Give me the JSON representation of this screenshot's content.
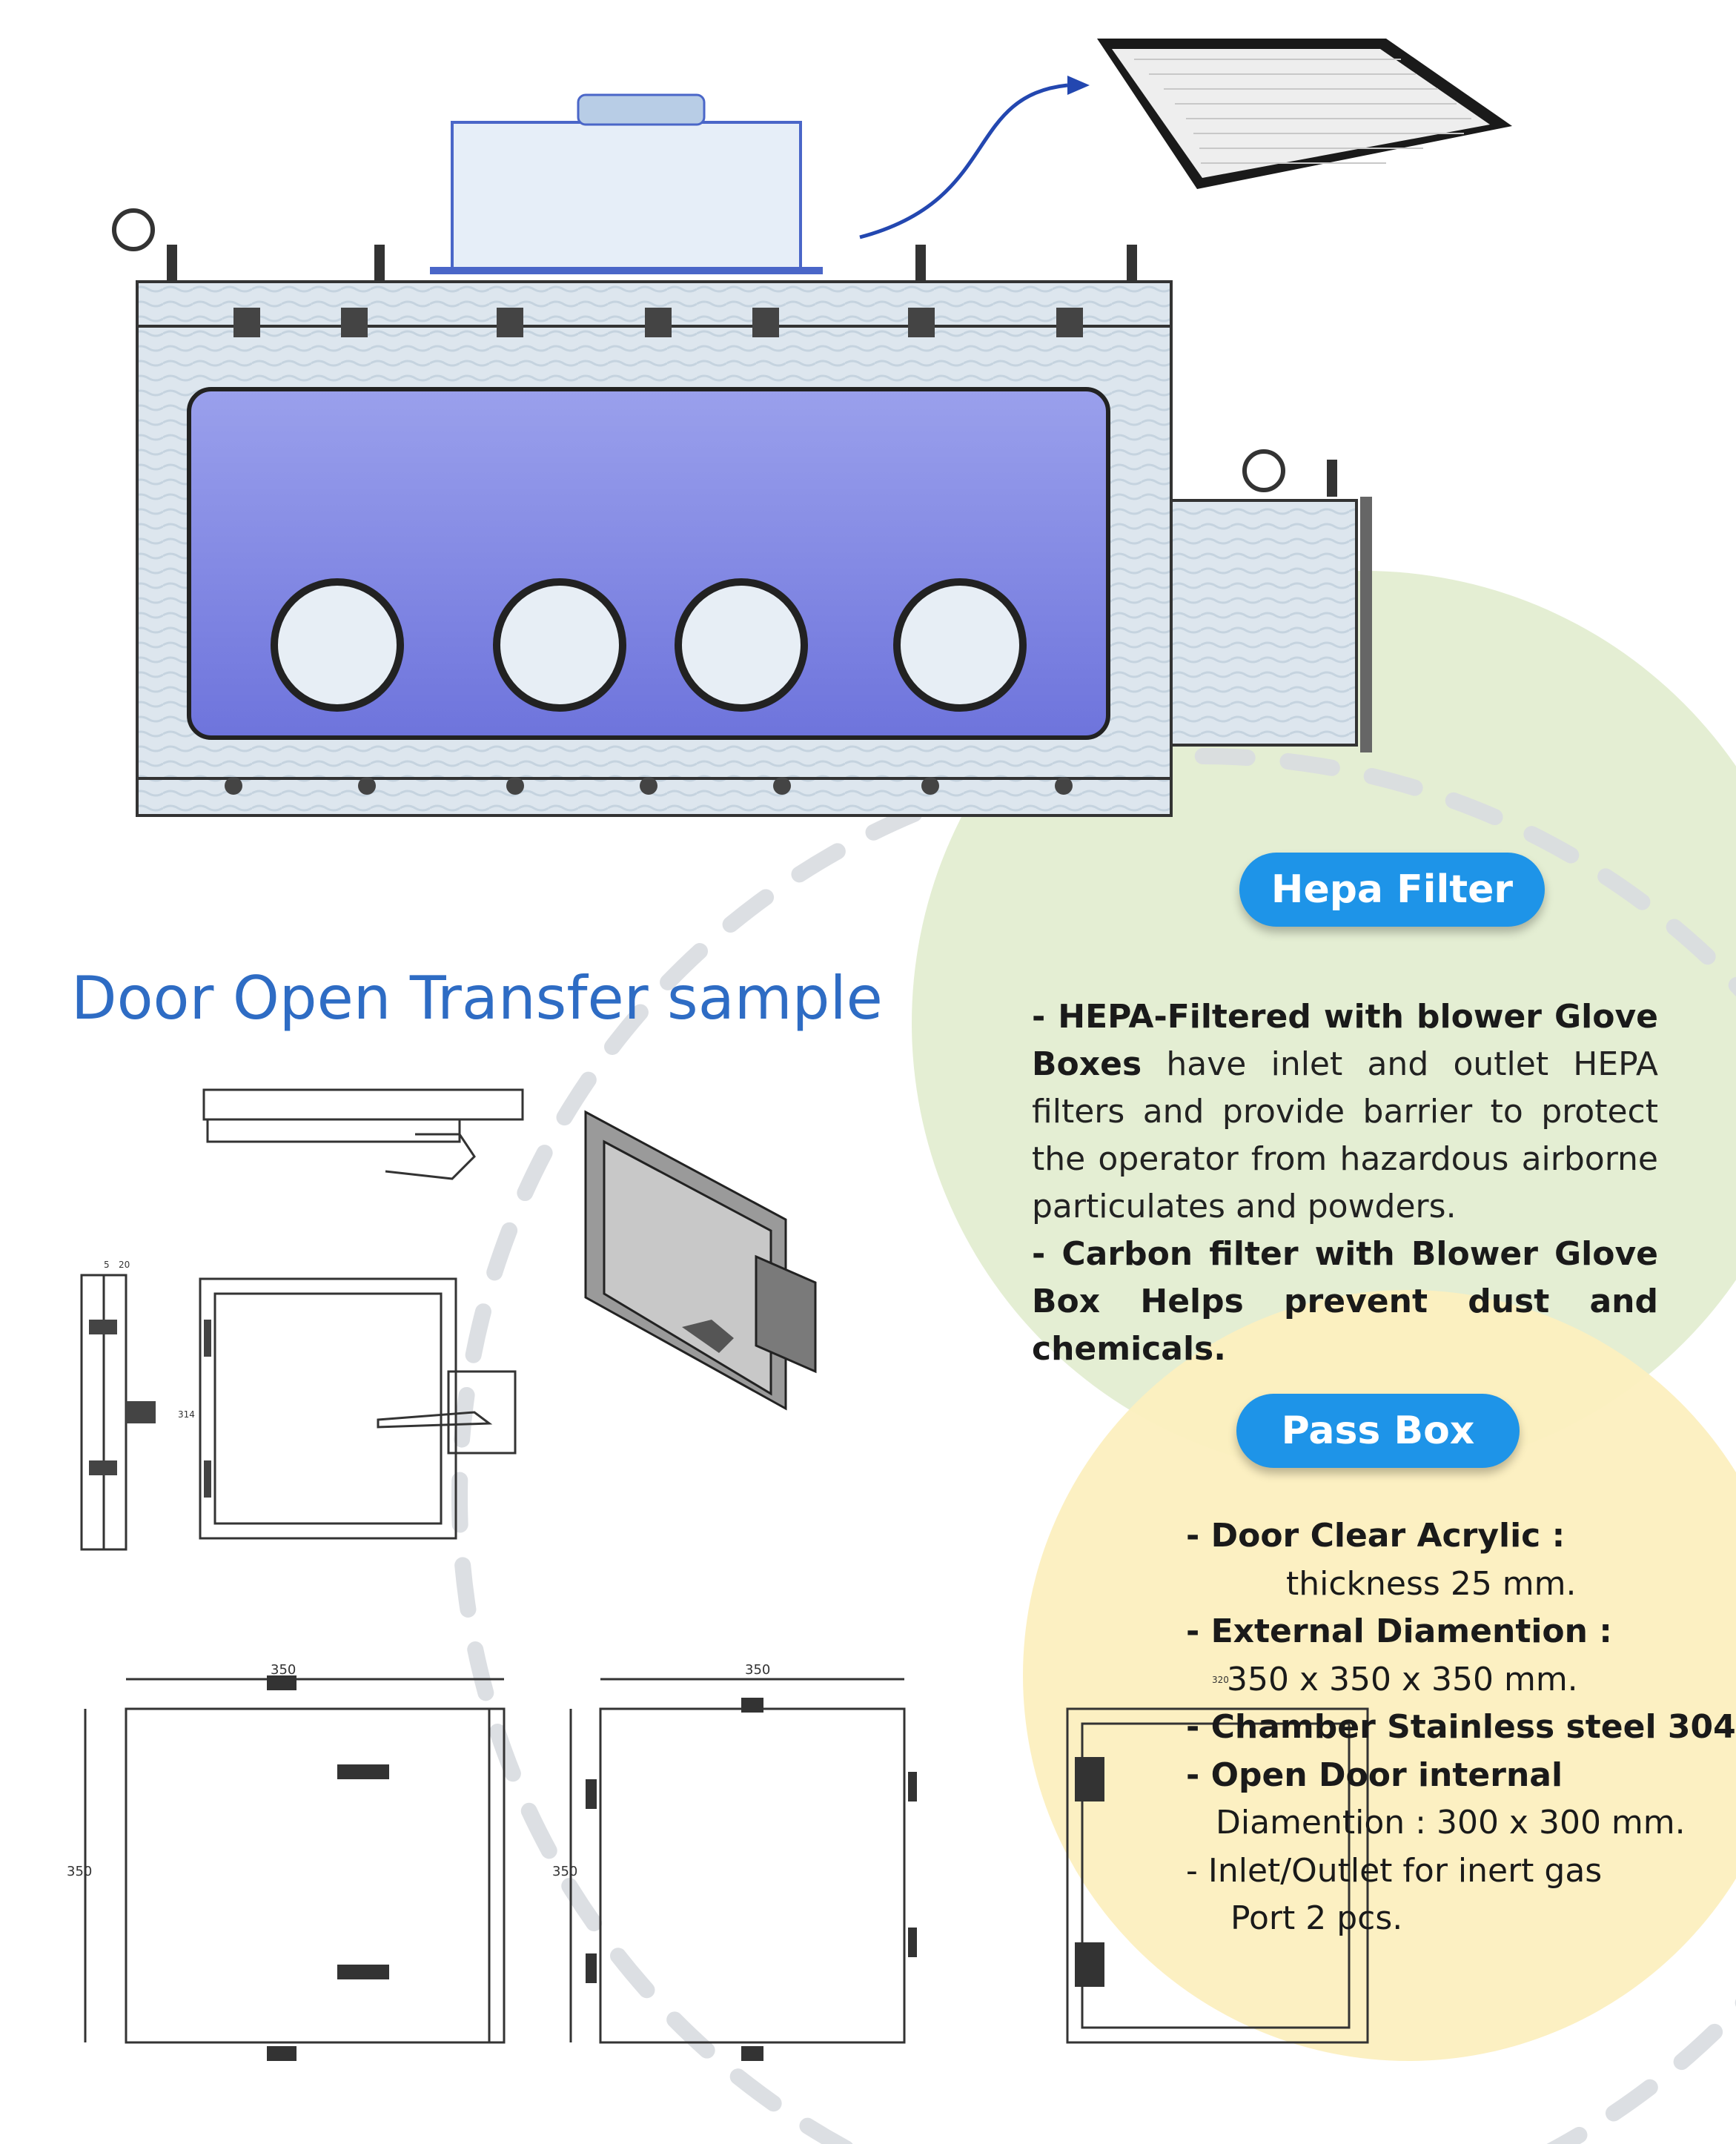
{
  "title": "Door Open Transfer sample",
  "hepa": {
    "heading": "Hepa Filter",
    "p1_bold": "- HEPA-Filtered with blower Glove Boxes",
    "p1_rest": " have inlet and outlet HEPA filters and provide barrier to protect the operator from hazardous airborne particulates and powders.",
    "p2_bold": "- Carbon filter with Blower Glove Box Helps prevent dust and chemicals."
  },
  "passbox": {
    "heading": "Pass Box",
    "lines": [
      {
        "text": "- Door Clear Acrylic  :",
        "bold": true
      },
      {
        "text": "        thickness 25 mm.",
        "bold": false
      },
      {
        "text": "- External Diamention :",
        "bold": true
      },
      {
        "text": "   350 x 350 x 350 mm.",
        "bold": false
      },
      {
        "text": "- Chamber Stainless steel 304",
        "bold": true
      },
      {
        "text": "- Open Door  internal",
        "bold": true
      },
      {
        "text": "   Diamention : 300 x 300 mm.",
        "bold": false
      },
      {
        "text": "-  Inlet/Outlet for inert gas",
        "bold": false
      },
      {
        "text": "      Port 2 pcs.",
        "bold": false
      }
    ]
  },
  "drawing_labels": {
    "dim_350": "350",
    "dim_314": "314",
    "dim_320": "320",
    "dim_5": "5",
    "dim_20": "20"
  },
  "colors": {
    "accent": "#1e94e8",
    "title": "#2e6cc4",
    "green_circle": "#e4eed4",
    "yellow_circle": "#fcefc0",
    "window": "#7b82e0"
  }
}
